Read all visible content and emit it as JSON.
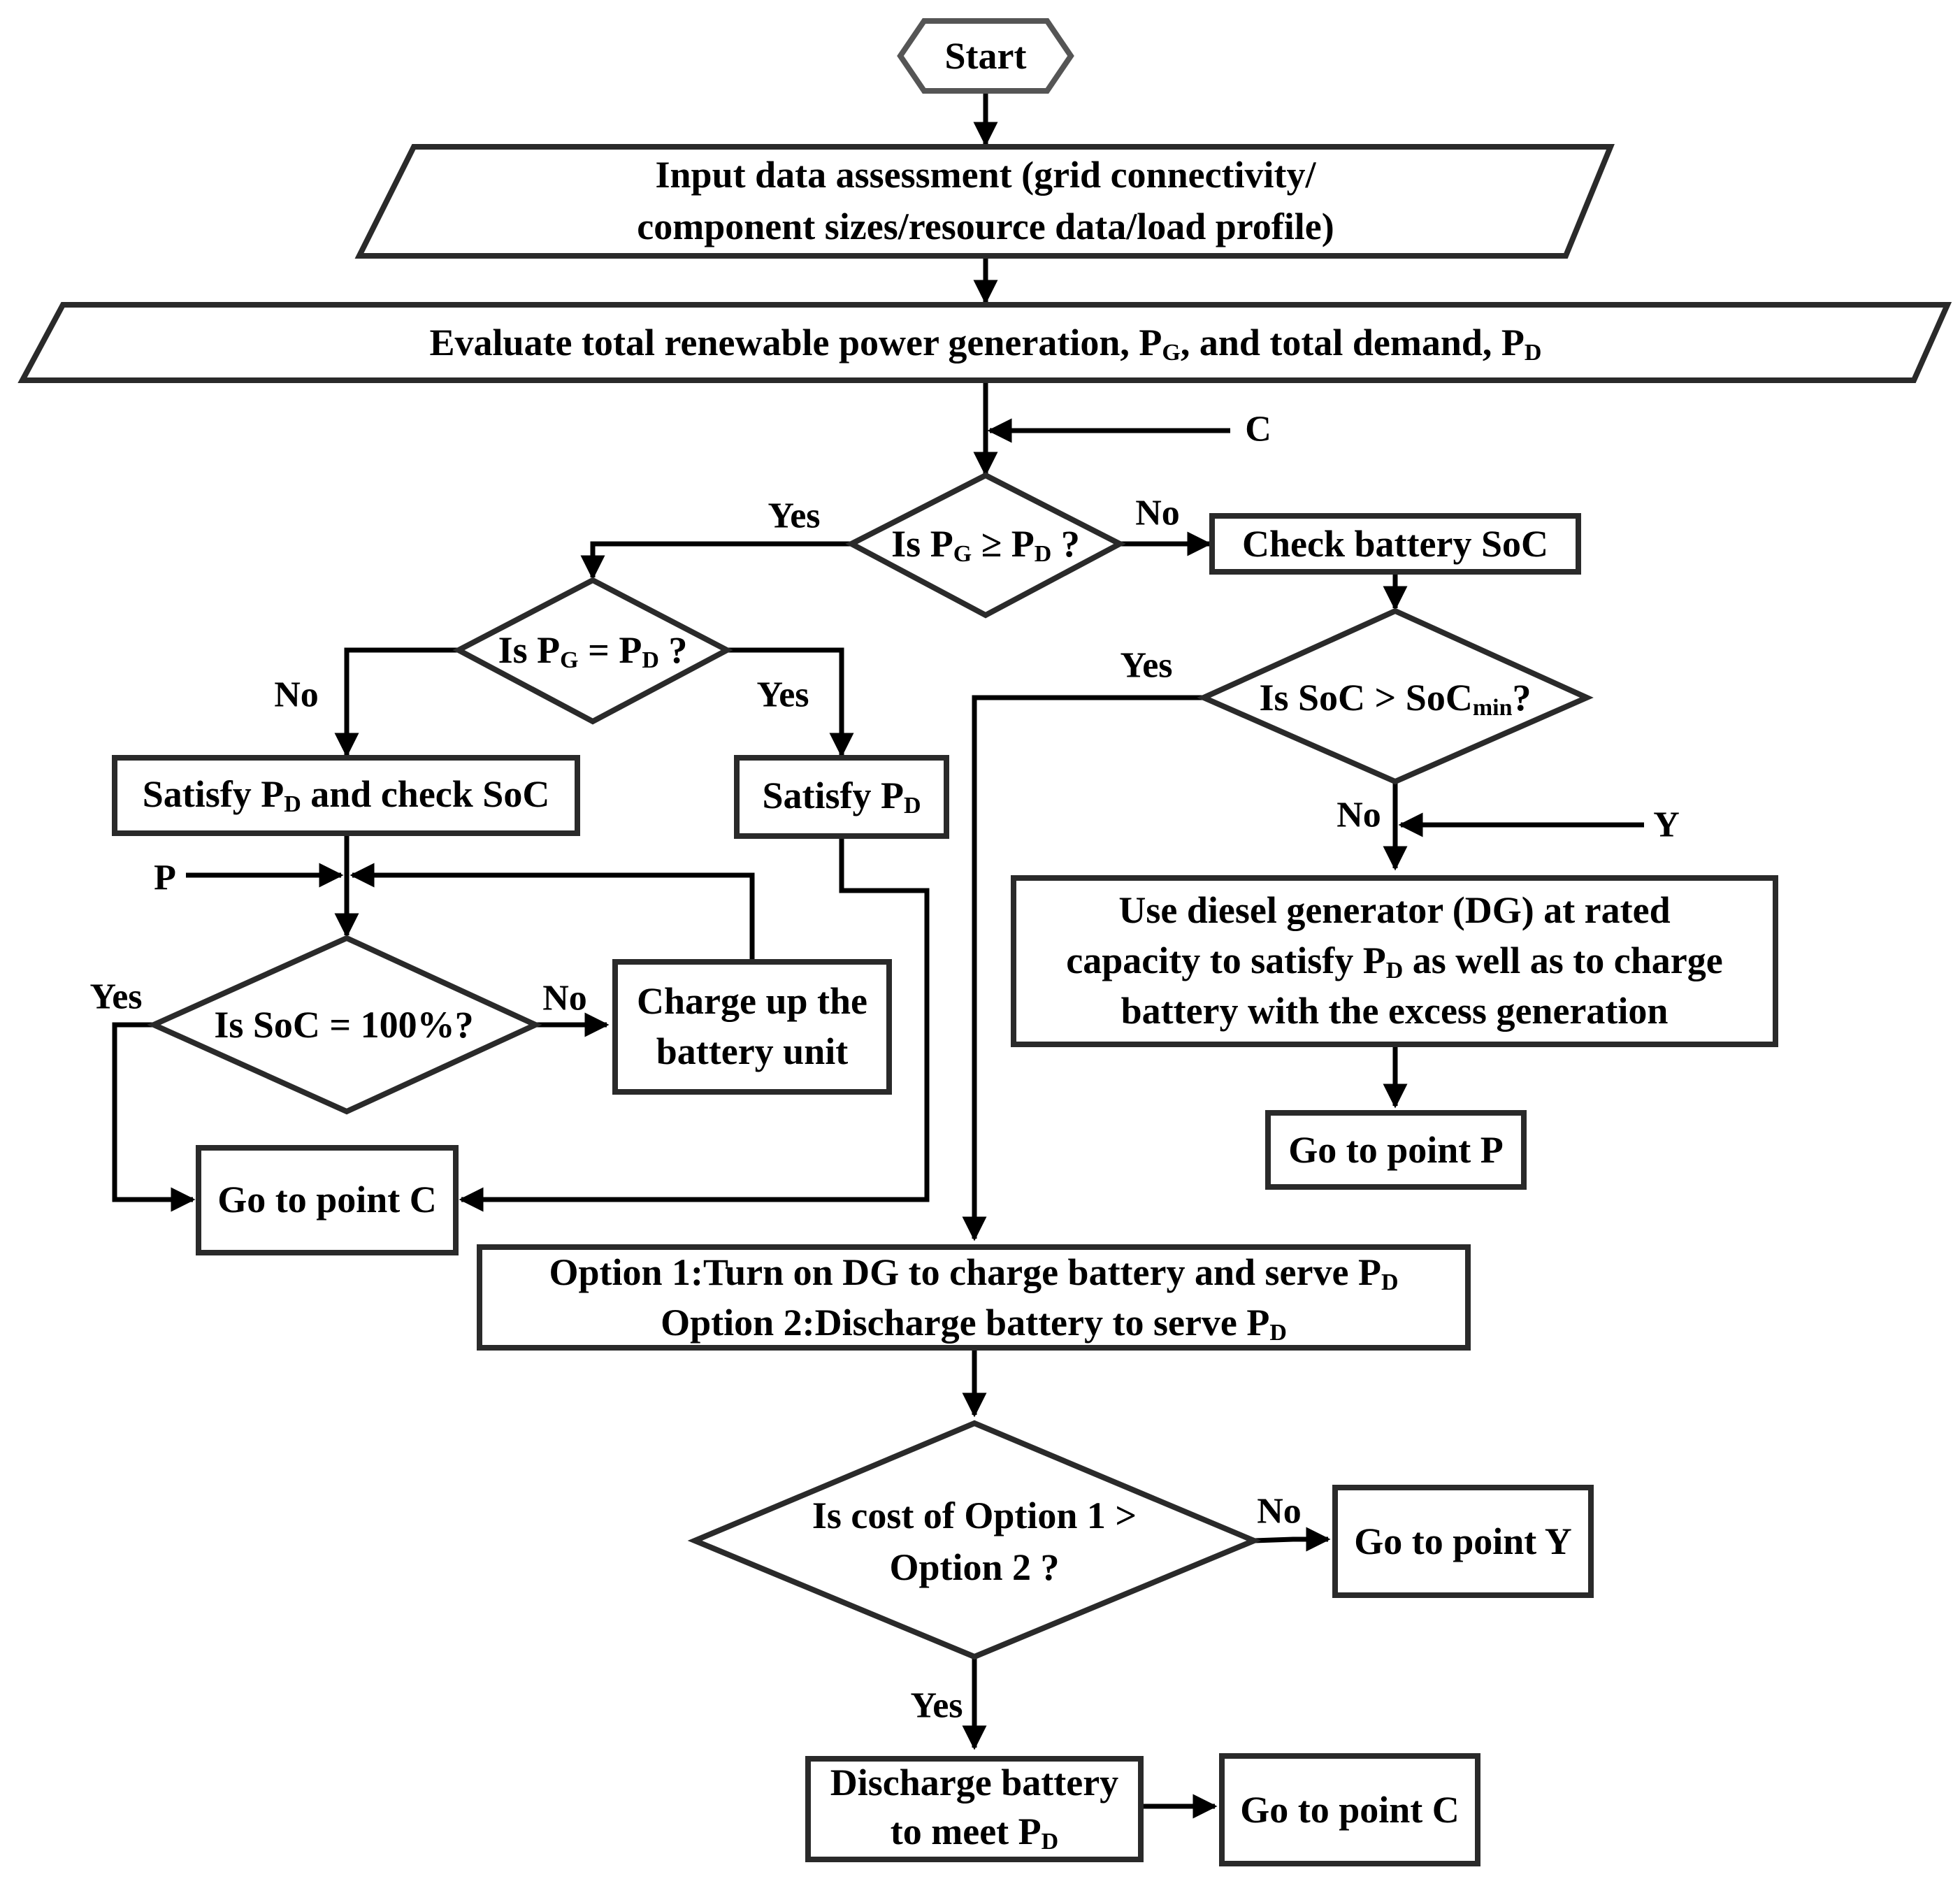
{
  "nodes": {
    "start": "Start",
    "input": [
      "Input data assessment (grid connectivity/",
      "component sizes/resource data/load profile)"
    ],
    "evaluate": {
      "a": "Evaluate total renewable power generation, P",
      "g": "G",
      "b": ", and total demand, P",
      "d": "D"
    },
    "dec_ge": {
      "a": "Is P",
      "g": "G",
      "b": " ≥ P",
      "d": "D",
      "c": " ?"
    },
    "check_soc": "Check battery SoC",
    "dec_eq": {
      "a": "Is P",
      "g": "G",
      "b": " = P",
      "d": "D",
      "c": " ?"
    },
    "dec_socmin": {
      "a": "Is SoC > SoC",
      "m": "min",
      "b": "?"
    },
    "satisfy_check": {
      "a": "Satisfy P",
      "d": "D",
      "b": " and check SoC"
    },
    "satisfy": {
      "a": "Satisfy P",
      "d": "D"
    },
    "dec_100": "Is SoC = 100%?",
    "charge": [
      "Charge up the",
      "battery unit"
    ],
    "goto_c_left": "Go to point C",
    "dg": {
      "l1": "Use diesel generator (DG) at rated",
      "l2a": "capacity to satisfy P",
      "l2d": "D",
      "l2b": " as well as to charge",
      "l3": "battery with the excess generation"
    },
    "goto_p": "Go to point P",
    "options": {
      "l1a": "Option 1:Turn on DG to charge battery and serve P",
      "l1d": "D",
      "l2a": "Option 2:Discharge battery to serve P",
      "l2d": "D"
    },
    "dec_cost": [
      "Is cost of Option 1 >",
      "Option 2 ?"
    ],
    "goto_y": "Go to point Y",
    "discharge": {
      "l1": "Discharge battery",
      "l2a": "to meet P",
      "l2d": "D"
    },
    "goto_c_bottom": "Go to point C"
  },
  "labels": {
    "c": "C",
    "p": "P",
    "y": "Y",
    "yes": "Yes",
    "no": "No"
  },
  "colors": {
    "stroke": "#2a2a2a",
    "start_stroke": "#555555",
    "text": "#000000",
    "background": "#ffffff"
  }
}
